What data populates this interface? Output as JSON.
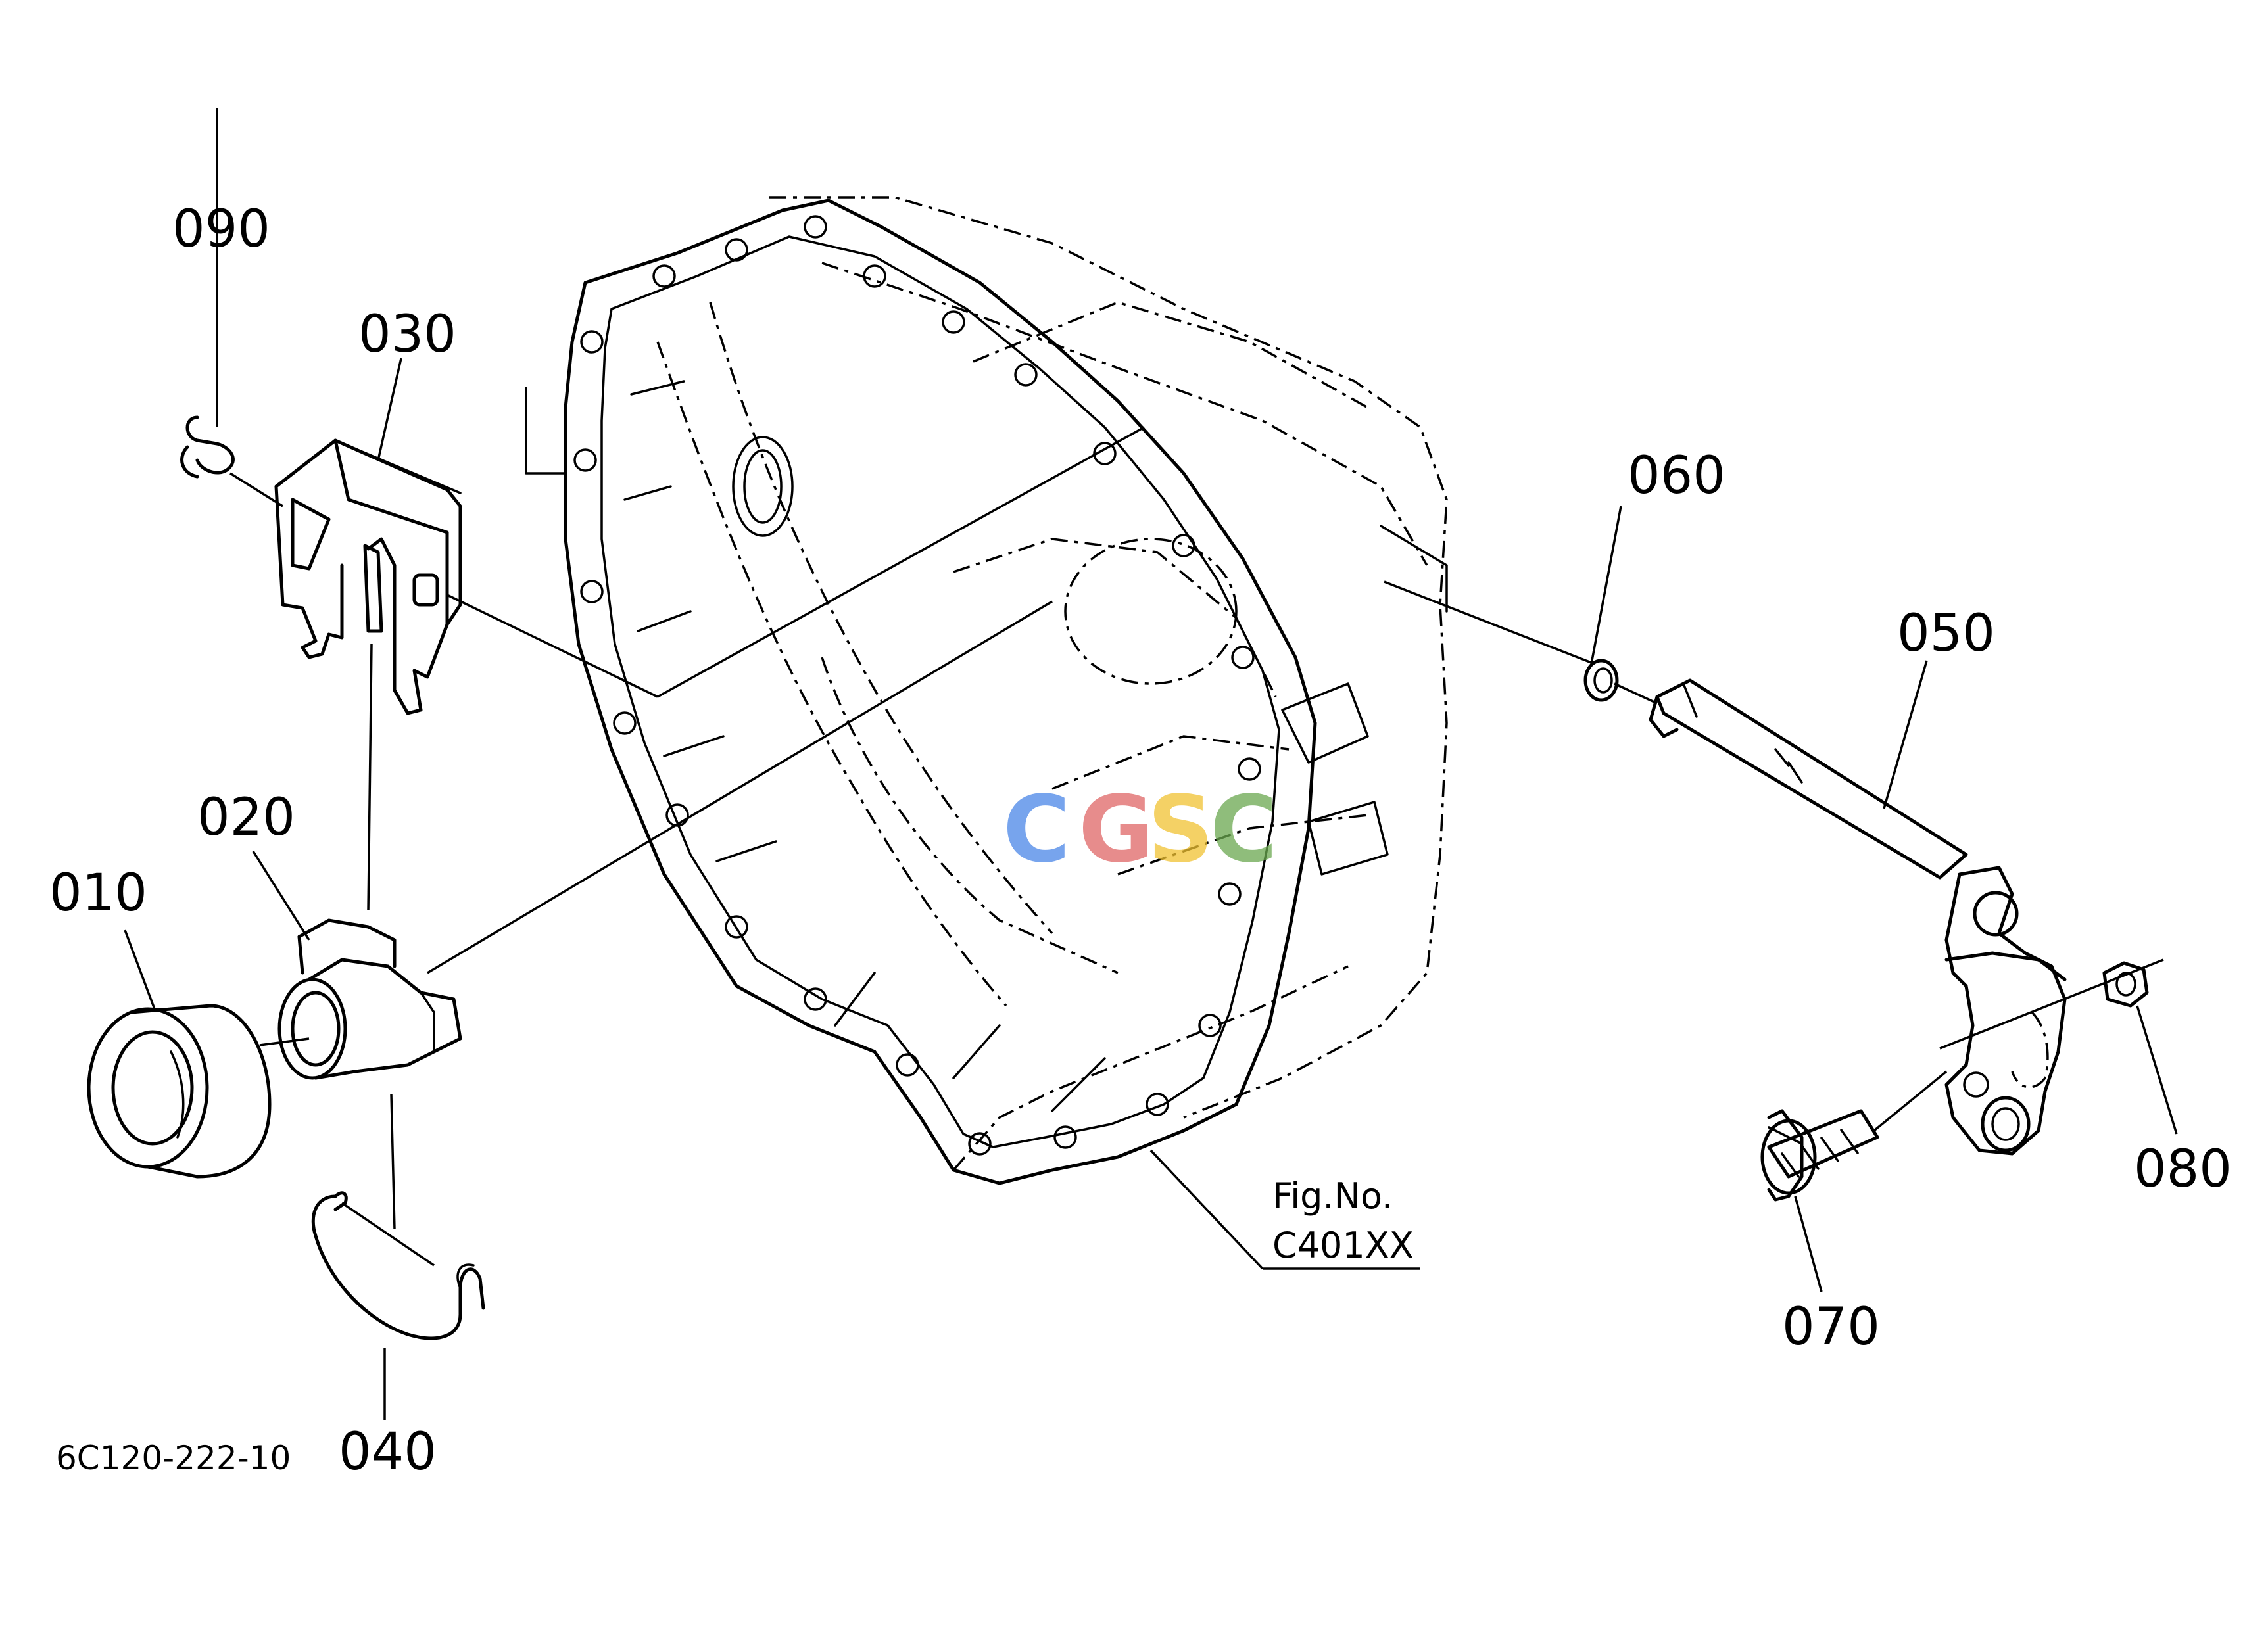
{
  "parts": [
    {
      "id": "part-010",
      "label": "010"
    },
    {
      "id": "part-020",
      "label": "020"
    },
    {
      "id": "part-030",
      "label": "030"
    },
    {
      "id": "part-040",
      "label": "040"
    },
    {
      "id": "part-050",
      "label": "050"
    },
    {
      "id": "part-060",
      "label": "060"
    },
    {
      "id": "part-070",
      "label": "070"
    },
    {
      "id": "part-080",
      "label": "080"
    },
    {
      "id": "part-090",
      "label": "090"
    }
  ],
  "reference": {
    "line1": "Fig.No.",
    "line2": "C401XX"
  },
  "drawing_number": "6C120-222-10",
  "watermark": {
    "letters": [
      "C",
      "G",
      "S",
      "C"
    ],
    "colors": [
      "#4a86e8",
      "#e06666",
      "#f1c232",
      "#6aa84f"
    ]
  }
}
